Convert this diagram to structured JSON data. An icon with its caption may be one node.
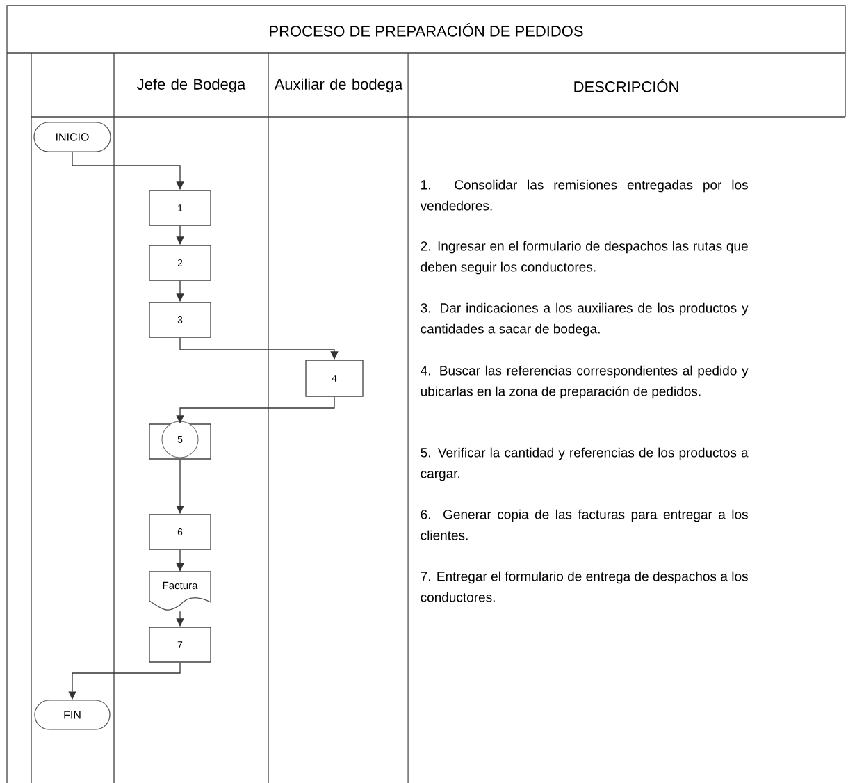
{
  "diagram": {
    "title": "PROCESO DE PREPARACIÓN DE PEDIDOS",
    "nodes": [
      {
        "text": [
          "INICIO"
        ]
      },
      {
        "text": [
          "1"
        ]
      },
      {
        "text": [
          "2"
        ]
      },
      {
        "text": [
          "3"
        ]
      },
      {
        "text": [
          "4"
        ]
      },
      {
        "text": [
          "5"
        ]
      },
      {
        "text": [
          "6"
        ]
      },
      {
        "text": [
          "Factura"
        ]
      },
      {
        "text": [
          "7"
        ]
      },
      {
        "text": [
          "FIN"
        ]
      }
    ],
    "edges": [
      {
        "from": 0,
        "to": 1,
        "arrow": "to"
      },
      {
        "from": 1,
        "to": 2,
        "arrow": "to"
      },
      {
        "from": 2,
        "to": 3,
        "arrow": "to"
      },
      {
        "from": 3,
        "to": 4,
        "arrow": "to"
      },
      {
        "from": 4,
        "to": 5,
        "arrow": "to"
      },
      {
        "from": 5,
        "to": 6,
        "arrow": "to"
      },
      {
        "from": 6,
        "to": 7,
        "arrow": "to"
      },
      {
        "from": 7,
        "to": 8,
        "arrow": "to"
      },
      {
        "from": 8,
        "to": 9,
        "arrow": "to"
      }
    ],
    "labels": [
      "Jefe de Bodega",
      "Auxiliar de bodega",
      "DESCRIPCIÓN",
      "1. Consolidar las remisiones entregadas por los vendedores.",
      "2. Ingresar en el formulario de despachos las rutas que deben seguir los conductores.",
      "3. Dar indicaciones a los auxiliares de los productos y cantidades a sacar de bodega.",
      "4. Buscar las referencias correspondientes al pedido y ubicarlas en la zona de preparación de pedidos.",
      "5. Verificar la cantidad y referencias de los productos a cargar.",
      "6. Generar copia de las facturas para entregar a los clientes.",
      "7. Entregar el formulario de entrega de despachos a los conductores."
    ]
  }
}
